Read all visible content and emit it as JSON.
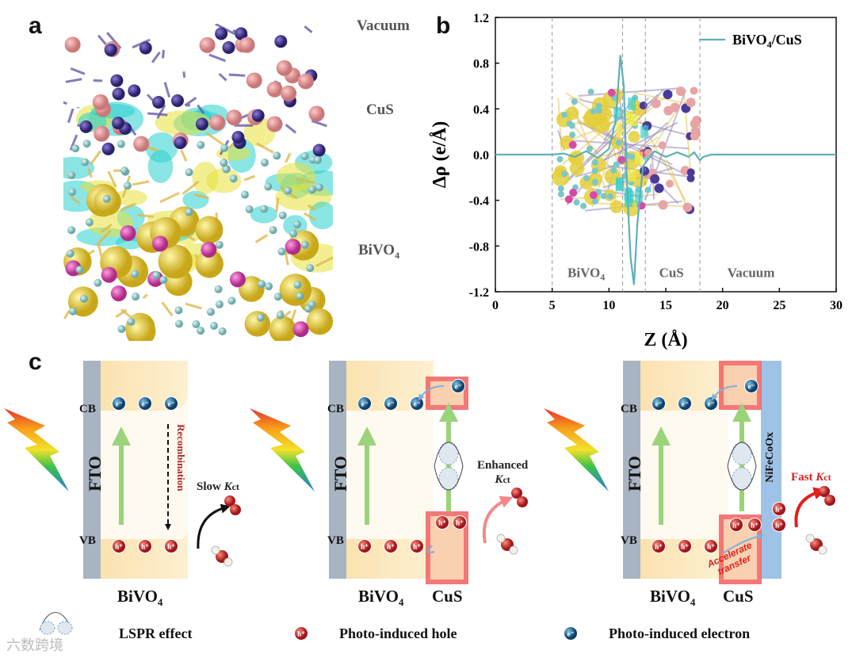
{
  "panels": {
    "a": "a",
    "b": "b",
    "c": "c"
  },
  "panel_a": {
    "vacuum": "Vacuum",
    "cus": "CuS",
    "bivo4_main": "BiVO",
    "bivo4_sub": "4"
  },
  "chart_data": {
    "type": "line",
    "legend_main": "BiVO",
    "legend_sub": "4",
    "legend_rest": "/CuS",
    "series": [
      {
        "name": "BiVO4/CuS",
        "x": [
          0,
          5,
          6,
          7,
          8,
          9,
          10,
          10.6,
          11,
          11.3,
          11.6,
          11.9,
          12.2,
          12.5,
          13,
          14,
          15,
          16,
          17,
          17.5,
          18,
          18.3,
          19,
          20,
          25,
          30
        ],
        "y": [
          0,
          0,
          0.01,
          -0.02,
          0.03,
          -0.03,
          0.05,
          0.3,
          0.87,
          0.6,
          -0.3,
          -0.9,
          -1.14,
          -0.6,
          -0.1,
          0.03,
          -0.02,
          0.02,
          -0.02,
          0.02,
          -0.05,
          -0.02,
          0,
          0,
          0,
          0
        ]
      }
    ],
    "xlabel": "Z (Å)",
    "ylabel": "Δρ (e/Å)",
    "xlim": [
      0,
      30
    ],
    "ylim": [
      -1.2,
      1.2
    ],
    "xticks": [
      "0",
      "5",
      "10",
      "15",
      "20",
      "25",
      "30"
    ],
    "yticks": [
      "1.2",
      "0.8",
      "0.4",
      "0.0",
      "-0.4",
      "-0.8",
      "-1.2"
    ],
    "divider_x": [
      5,
      11.2,
      13.2,
      18
    ],
    "region_labels": [
      {
        "text": "BiVO",
        "sub": "4",
        "x": 8
      },
      {
        "text": "CuS",
        "x": 15.5
      },
      {
        "text": "Vacuum",
        "x": 22.5
      }
    ],
    "legend_position": "top-right",
    "color": "#5fb0b8"
  },
  "panel_c": {
    "fto": "FTO",
    "cb": "CB",
    "vb": "VB",
    "electron": "e⁻",
    "hole": "h⁺",
    "recombination": "Recombination",
    "slow_k": "K",
    "slow_pre": "Slow ",
    "ct": "ct",
    "enhanced": "Enhanced",
    "fast_pre": "Fast ",
    "nifecoox": "NiFeCoOx",
    "accelerate": "Accelerate",
    "transfer": "transfer",
    "bivo4": "BiVO",
    "sub4": "4",
    "cus": "CuS"
  },
  "legend": {
    "lspr": "LSPR effect",
    "hole": "Photo-induced hole",
    "electron": "Photo-induced electron"
  },
  "watermark": "六数跨境",
  "colors": {
    "hole": "#c0282c",
    "electron": "#1a5c8a",
    "fto": "#a9b4c2",
    "band": "#fbe2b0",
    "nifecoox": "#9ec3e6",
    "arrow_green": "#9bd37a",
    "cus_glow": "#f26a6a"
  }
}
